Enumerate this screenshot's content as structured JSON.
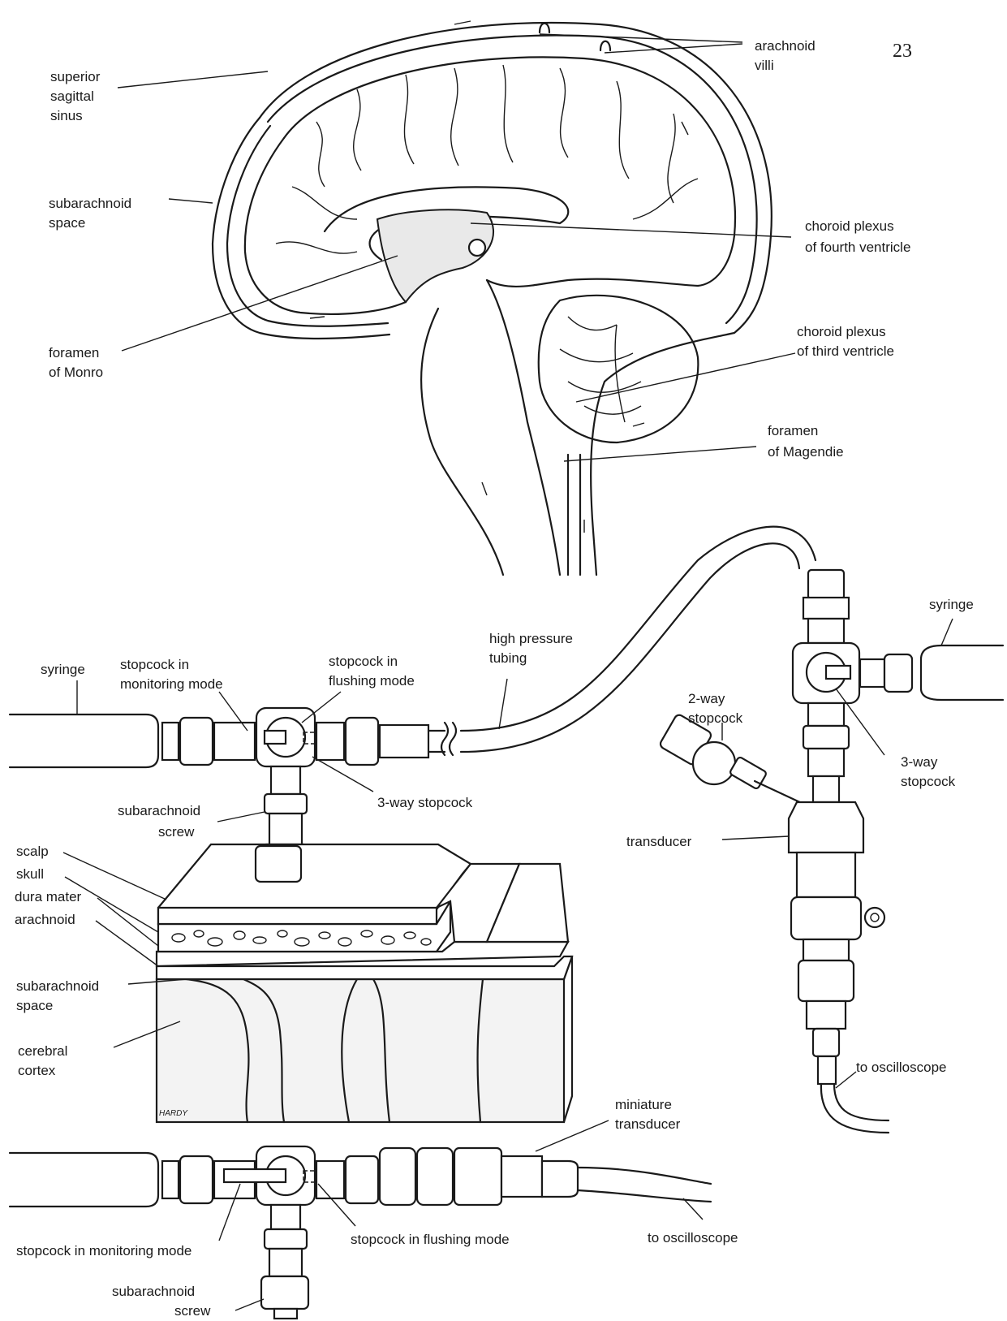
{
  "page_number": "23",
  "brain_labels": {
    "superior_sagittal_sinus": [
      "superior",
      "sagittal",
      "sinus"
    ],
    "subarachnoid_space": [
      "subarachnoid",
      "space"
    ],
    "foramen_of_monro": [
      "foramen",
      "of Monro"
    ],
    "arachnoid_villi": [
      "arachnoid",
      "villi"
    ],
    "choroid_plexus_fourth": [
      "choroid plexus",
      "of fourth ventricle"
    ],
    "choroid_plexus_third": [
      "choroid plexus",
      "of third ventricle"
    ],
    "foramen_of_magendie": [
      "foramen",
      "of Magendie"
    ]
  },
  "left_setup_labels": {
    "syringe": "syringe",
    "stopcock_monitoring": [
      "stopcock in",
      "monitoring mode"
    ],
    "stopcock_flushing": [
      "stopcock in",
      "flushing mode"
    ],
    "high_pressure_tubing": [
      "high pressure",
      "tubing"
    ],
    "three_way_stopcock": "3-way stopcock",
    "subarachnoid_screw": [
      "subarachnoid",
      "screw"
    ]
  },
  "layer_labels": {
    "scalp": "scalp",
    "skull": "skull",
    "dura_mater": "dura mater",
    "arachnoid": "arachnoid",
    "subarachnoid_space": [
      "subarachnoid",
      "space"
    ],
    "cerebral_cortex": [
      "cerebral",
      "cortex"
    ],
    "artist_signature": "HARDY"
  },
  "right_setup_labels": {
    "syringe": "syringe",
    "two_way_stopcock": [
      "2-way",
      "stopcock"
    ],
    "three_way_stopcock": [
      "3-way",
      "stopcock"
    ],
    "transducer": "transducer",
    "to_oscilloscope": "to oscilloscope"
  },
  "bottom_setup_labels": {
    "miniature_transducer": [
      "miniature",
      "transducer"
    ],
    "stopcock_monitoring": "stopcock in monitoring mode",
    "stopcock_flushing": "stopcock in flushing mode",
    "to_oscilloscope": "to oscilloscope",
    "subarachnoid_screw": [
      "subarachnoid",
      "screw"
    ]
  }
}
